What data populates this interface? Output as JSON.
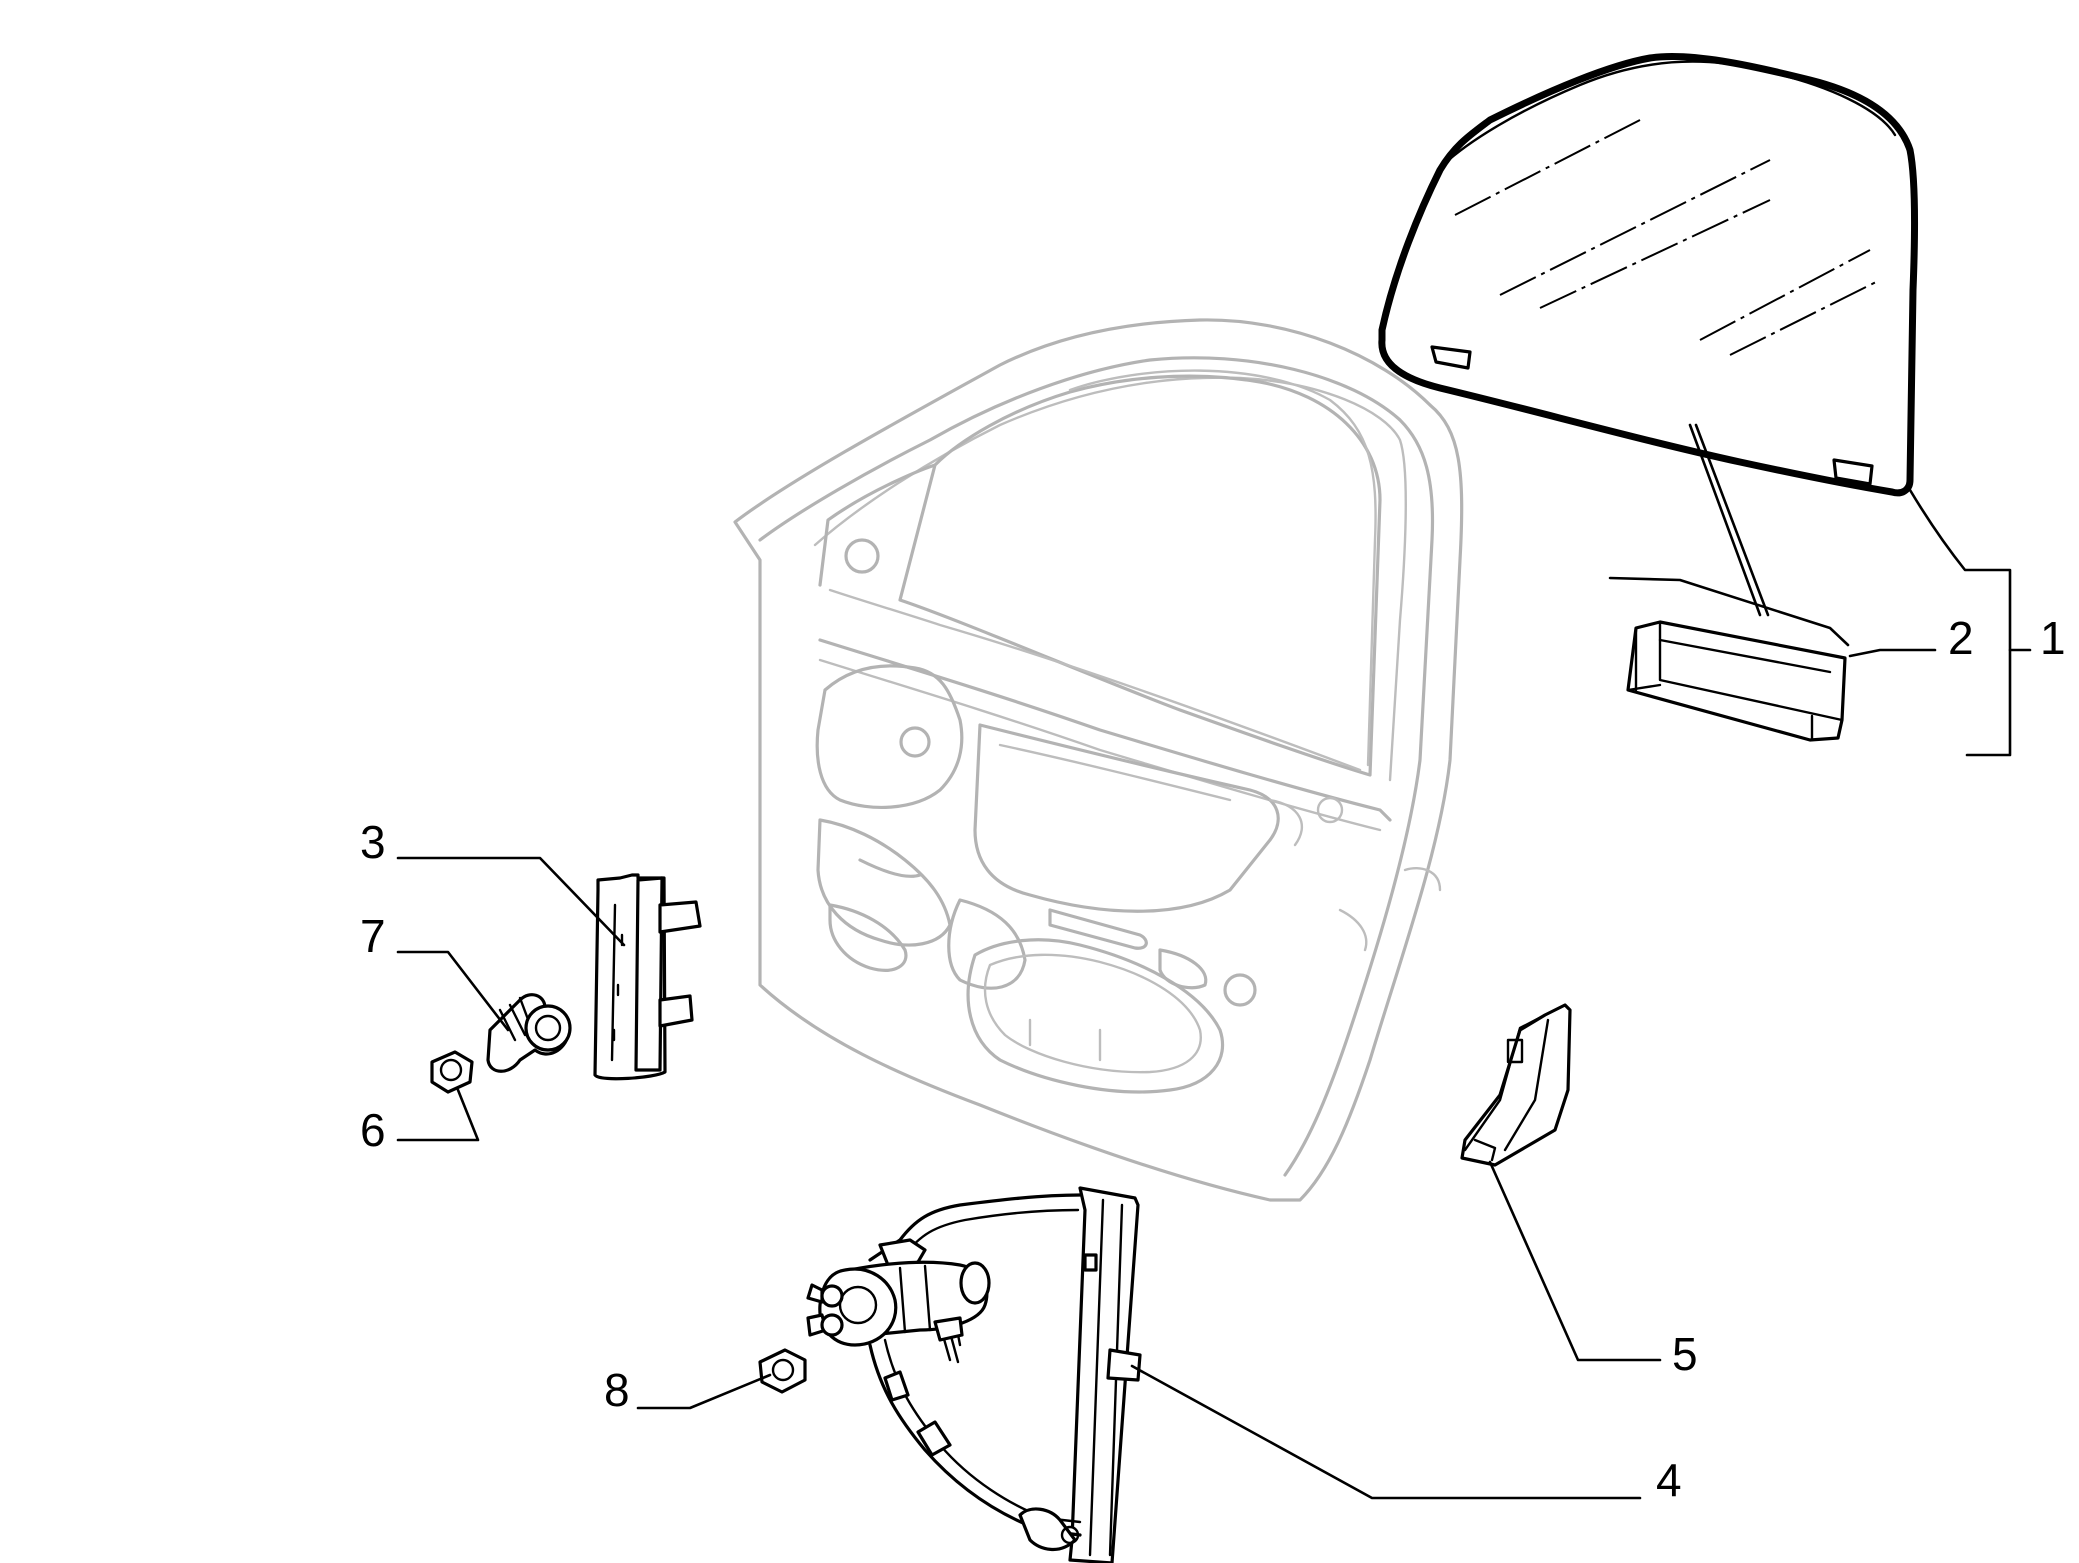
{
  "callouts": {
    "c1": "1",
    "c2": "2",
    "c3": "3",
    "c4": "4",
    "c5": "5",
    "c6": "6",
    "c7": "7",
    "c8": "8"
  },
  "colors": {
    "ink": "#000000",
    "door_outline": "#b3b3b3",
    "background": "#ffffff"
  }
}
